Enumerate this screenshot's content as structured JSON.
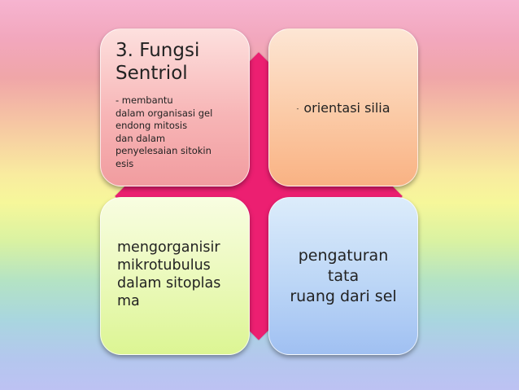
{
  "diagram": {
    "top_left": {
      "title": "3. Fungsi\nSentriol",
      "body": "- membantu\ndalam organisasi gel\nendong mitosis\ndan dalam\npenyelesaian sitokin\nesis"
    },
    "top_right": {
      "dash": "-",
      "text": "orientasi silia"
    },
    "bottom_left": {
      "text": "mengorganisir\nmikrotubulus\ndalam sitoplas\nma"
    },
    "bottom_right": {
      "text": "pengaturan\ntata\nruang dari sel"
    }
  },
  "colors": {
    "diamond": "#ec1f71"
  }
}
